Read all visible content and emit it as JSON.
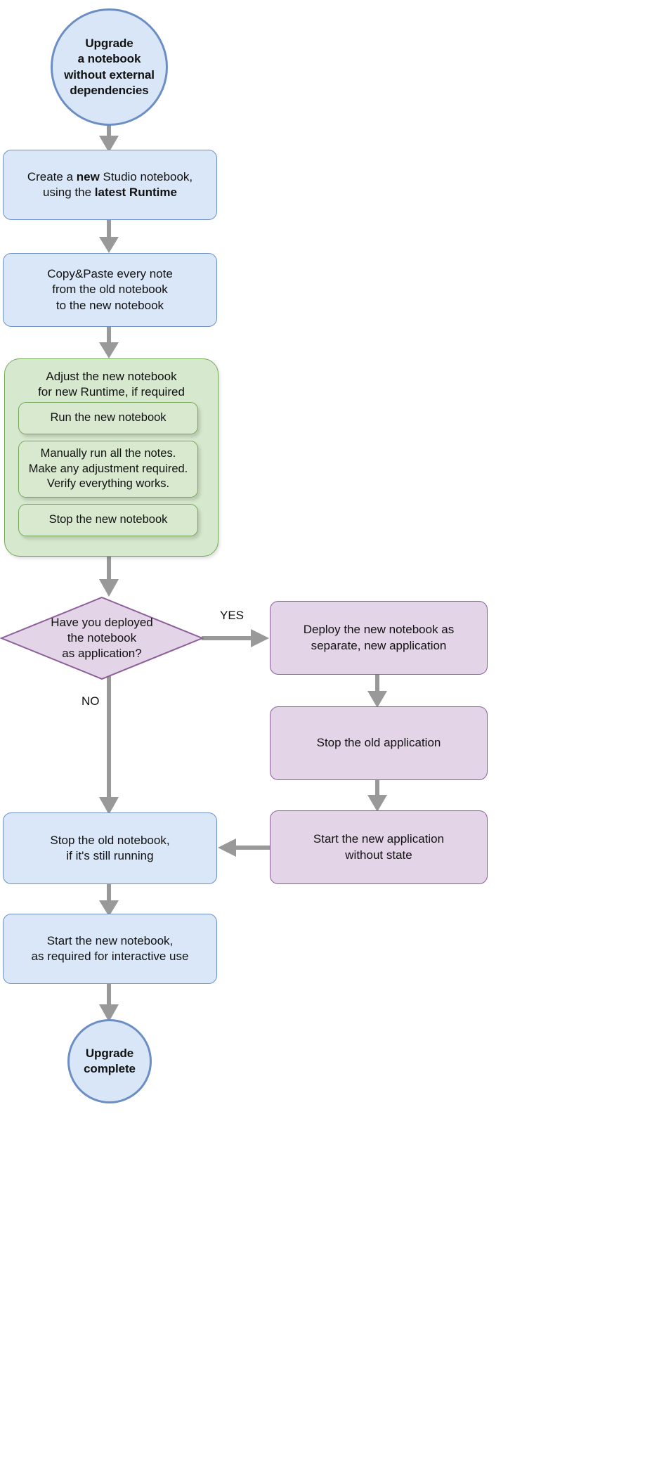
{
  "diagram": {
    "title": "Upgrade a notebook without external dependencies flowchart",
    "colors": {
      "blue_fill": "#d9e7f8",
      "blue_stroke": "#6e91c4",
      "green_fill": "#d6e8cd",
      "green_stroke": "#76a85a",
      "purple_fill": "#e4d4e8",
      "purple_stroke": "#8d5f99",
      "arrow": "#999999",
      "text": "#111111"
    },
    "nodes": {
      "start": {
        "label": "Upgrade\na notebook\nwithout external\ndependencies",
        "shape": "circle",
        "type": "terminator"
      },
      "create_notebook": {
        "label_parts": [
          "Create a ",
          "new",
          " Studio notebook,\nusing the ",
          "latest Runtime"
        ],
        "label": "Create a new Studio notebook,\nusing the latest Runtime",
        "shape": "rounded-rect",
        "type": "process"
      },
      "copy_paste": {
        "label": "Copy&Paste every note\nfrom the old notebook\nto the new notebook",
        "shape": "rounded-rect",
        "type": "process"
      },
      "adjust_group": {
        "label": "Adjust the new notebook\nfor new Runtime, if required",
        "shape": "rounded-group",
        "type": "group"
      },
      "run_new": {
        "label": "Run the new notebook",
        "shape": "rounded-rect",
        "type": "subprocess"
      },
      "manual_run": {
        "label": "Manually run all the notes.\nMake any adjustment required.\nVerify everything works.",
        "shape": "rounded-rect",
        "type": "subprocess"
      },
      "stop_new": {
        "label": "Stop the new notebook",
        "shape": "rounded-rect",
        "type": "subprocess"
      },
      "decision_deployed": {
        "label": "Have you deployed\nthe notebook\nas application?",
        "shape": "diamond",
        "type": "decision"
      },
      "deploy_new_app": {
        "label": "Deploy the new notebook as\nseparate, new application",
        "shape": "rounded-rect",
        "type": "process"
      },
      "stop_old_app": {
        "label": "Stop the old application",
        "shape": "rounded-rect",
        "type": "process"
      },
      "start_new_app": {
        "label": "Start the new application\nwithout state",
        "shape": "rounded-rect",
        "type": "process"
      },
      "stop_old_notebook": {
        "label": "Stop the old notebook,\nif it's still running",
        "shape": "rounded-rect",
        "type": "process"
      },
      "start_new_notebook": {
        "label": "Start the new notebook,\nas required for interactive use",
        "shape": "rounded-rect",
        "type": "process"
      },
      "end": {
        "label": "Upgrade\ncomplete",
        "shape": "circle",
        "type": "terminator"
      }
    },
    "edge_labels": {
      "yes": "YES",
      "no": "NO"
    }
  }
}
